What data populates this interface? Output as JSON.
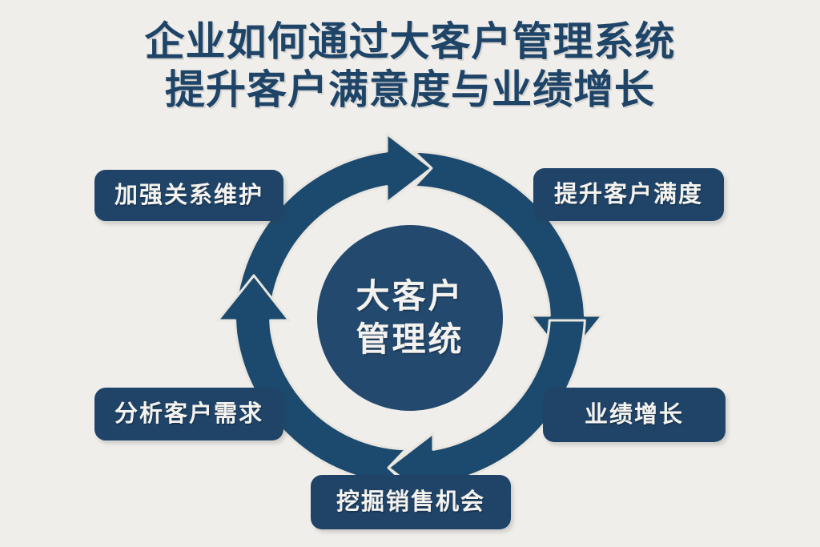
{
  "background_color": "#f0eeea",
  "accent_color": "#1f4468",
  "hub_color": "#23496e",
  "arrow_color": "#1c4a6e",
  "text_on_dark": "#f5f3ef",
  "title": {
    "line1": "企业如何通过大客户管理系统",
    "line2": "提升客户满意度与业绩增长"
  },
  "hub": {
    "line1": "大客户",
    "line2": "管理统"
  },
  "cycle": {
    "direction": "clockwise",
    "segment_count": 4,
    "arrowheads": [
      {
        "name": "top-arrowhead",
        "points": "right"
      },
      {
        "name": "right-arrowhead",
        "points": "down"
      },
      {
        "name": "bottom-arrowhead",
        "points": "left"
      },
      {
        "name": "left-arrowhead",
        "points": "up"
      }
    ]
  },
  "labels": [
    {
      "id": "strengthen-relationship",
      "position": "top-left",
      "text": "加强关系维护"
    },
    {
      "id": "raise-satisfaction",
      "position": "top-right",
      "text": "提升客户满度"
    },
    {
      "id": "analyze-needs",
      "position": "bottom-left",
      "text": "分析客户需求"
    },
    {
      "id": "revenue-growth",
      "position": "bottom-right",
      "text": "业绩增长"
    },
    {
      "id": "mine-sales-opportunity",
      "position": "bottom-center",
      "text": "挖掘销售机会"
    }
  ]
}
